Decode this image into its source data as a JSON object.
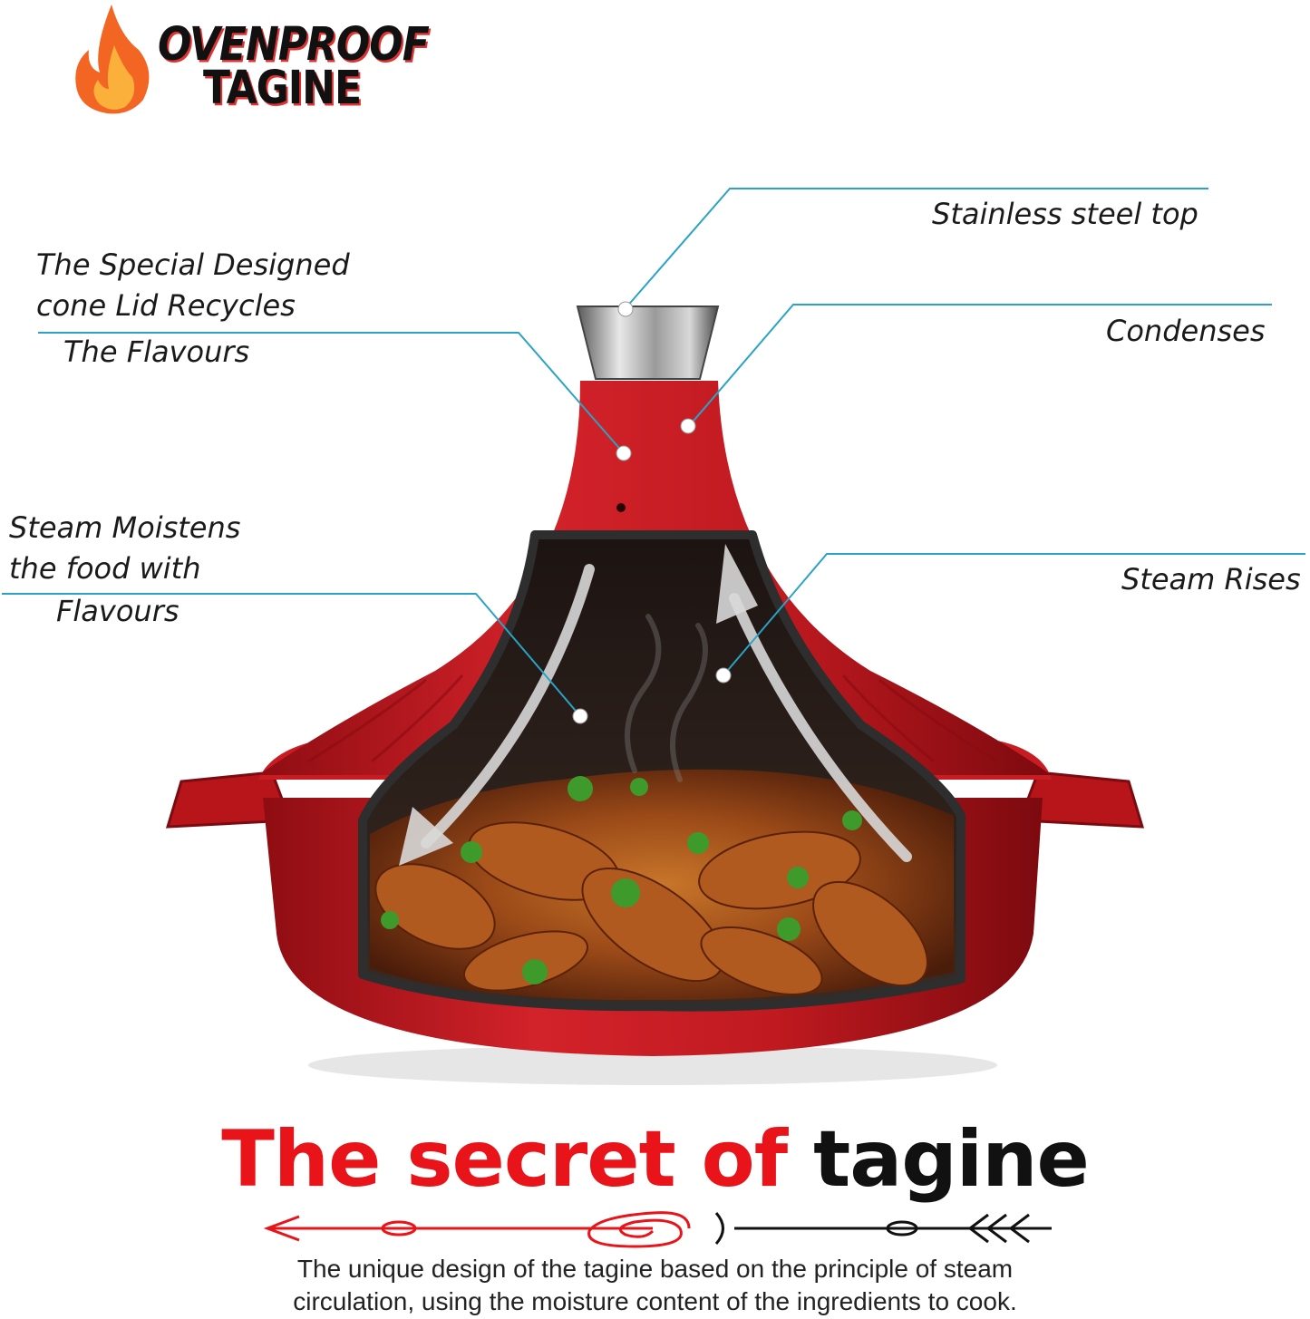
{
  "logo": {
    "line1": "OVENPROOF",
    "line2": "TAGINE",
    "icon": "flame-icon",
    "flame_color": "#f26522"
  },
  "callouts": {
    "stainless": "Stainless steel top",
    "cone_lid": [
      "The Special Designed",
      "cone Lid Recycles",
      "The Flavours"
    ],
    "condenses": "Condenses",
    "steam_moistens": [
      "Steam Moistens",
      "the food with",
      "Flavours"
    ],
    "steam_rises": "Steam Rises"
  },
  "headline": {
    "part_red": "The secret of",
    "part_black": "tagine"
  },
  "description": {
    "line1": "The unique design of the tagine based on the principle of steam",
    "line2": "circulation, using the moisture content of the ingredients to cook."
  },
  "colors": {
    "tagine_red": "#c4161c",
    "accent_red": "#e8141a",
    "callout_line": "#2aa3c4"
  }
}
